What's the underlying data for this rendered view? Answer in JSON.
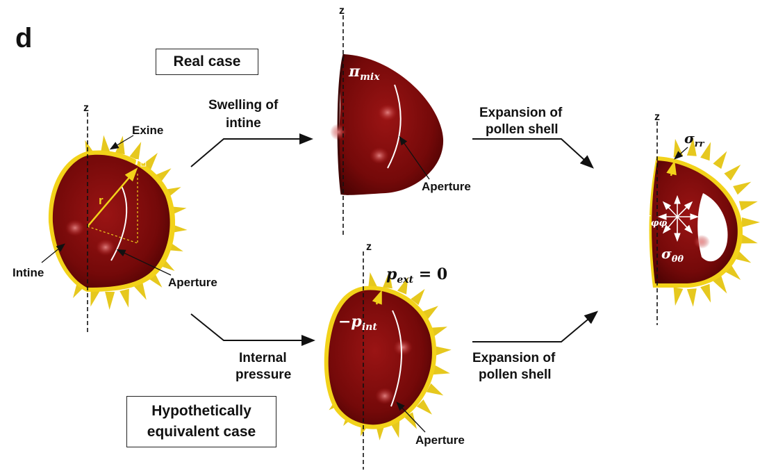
{
  "panel_letter": "d",
  "boxes": {
    "real_case": "Real case",
    "hypothetical_line1": "Hypothetically",
    "hypothetical_line2": "equivalent case"
  },
  "axis_label": "z",
  "left_pollen": {
    "exine": "Exine",
    "intine": "Intine",
    "aperture": "Aperture",
    "r_vector": "r⃗",
    "r_scalar": "r"
  },
  "arrows": {
    "swelling_line1": "Swelling of",
    "swelling_line2": "intine",
    "internal_line1": "Internal",
    "internal_line2": "pressure",
    "expansion_top_line1": "Expansion of",
    "expansion_top_line2": "pollen shell",
    "expansion_bottom_line1": "Expansion of",
    "expansion_bottom_line2": "pollen shell"
  },
  "top_middle": {
    "pi_symbol": "π",
    "pi_sub": "mix",
    "aperture": "Aperture"
  },
  "bottom_middle": {
    "p_ext_symbol": "p",
    "p_ext_sub": "ext",
    "p_ext_rest": " = 0",
    "p_int_minus": "−p",
    "p_int_sub": "int",
    "aperture": "Aperture"
  },
  "right_shell": {
    "sigma": "σ",
    "rr_sub": "rr",
    "phiphi_sub": "φφ",
    "thetatheta_sub": "θθ"
  },
  "colors": {
    "shell_fill": "#7a0a0a",
    "shell_dark": "#4a0404",
    "exine": "#f2d21a",
    "spike": "#e6c81e",
    "accent_arrow": "#f2d21a"
  }
}
